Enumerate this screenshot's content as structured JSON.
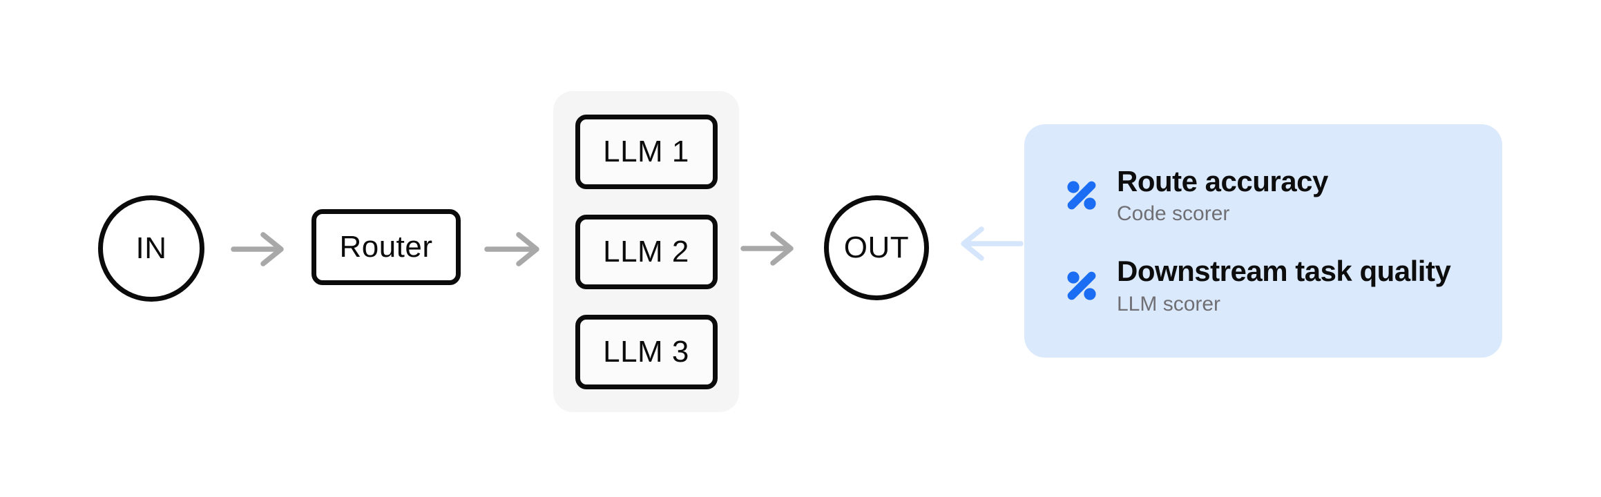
{
  "diagram": {
    "nodes": {
      "in_label": "IN",
      "router_label": "Router",
      "out_label": "OUT"
    },
    "llm_group": {
      "items": [
        {
          "label": "LLM 1"
        },
        {
          "label": "LLM 2"
        },
        {
          "label": "LLM 3"
        }
      ]
    },
    "arrows": {
      "flow": [
        "in-to-router",
        "router-to-llm-group",
        "llm-group-to-out"
      ],
      "feedback": "callout-to-out"
    },
    "callout": {
      "items": [
        {
          "icon": "percent-icon",
          "title": "Route accuracy",
          "subtitle": "Code scorer"
        },
        {
          "icon": "percent-icon",
          "title": "Downstream task quality",
          "subtitle": "LLM scorer"
        }
      ]
    },
    "colors": {
      "node_border": "#0b0b0b",
      "arrow_gray": "#a8a8a8",
      "llm_group_bg": "#f5f5f5",
      "llm_box_bg": "#fbfbfb",
      "callout_bg": "#dbe9fc",
      "callout_arrow": "#d5e5fb",
      "icon_blue": "#1b6ef3",
      "subtitle_gray": "#6f6f74",
      "page_bg": "#ffffff"
    }
  }
}
